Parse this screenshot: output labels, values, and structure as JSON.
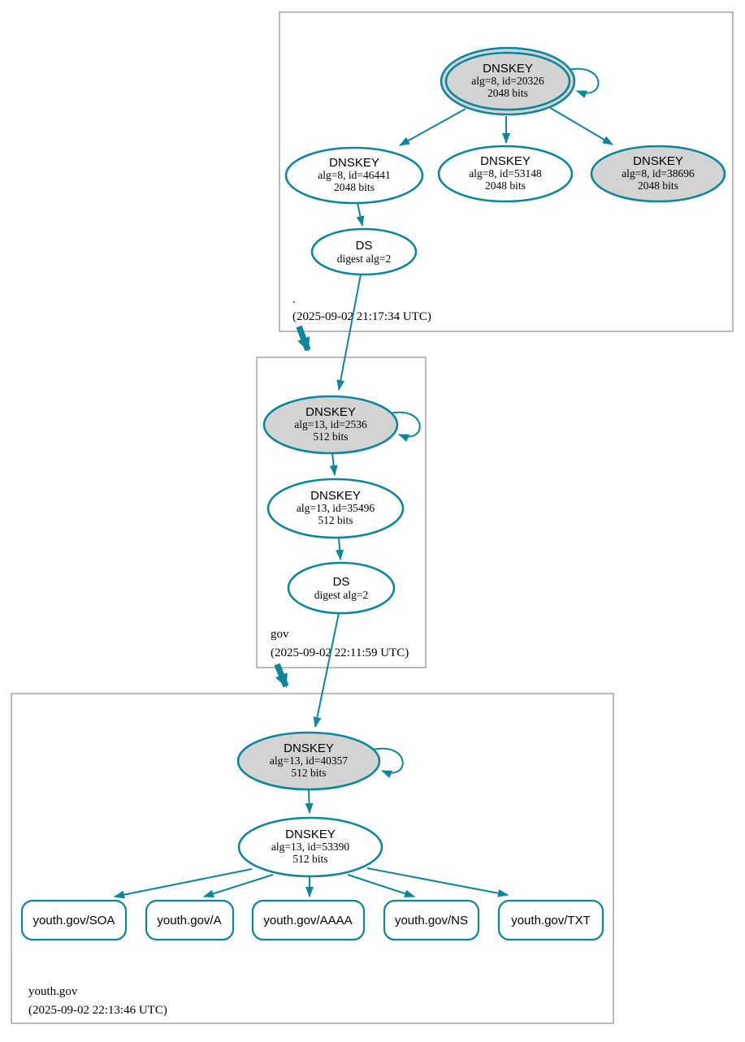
{
  "colors": {
    "edge": "#0a879a",
    "ksk_fill": "#d3d3d3",
    "node_fill": "#ffffff",
    "box_border": "#777777",
    "text": "#000000",
    "background": "#ffffff"
  },
  "zones": [
    {
      "name": ".",
      "timestamp": "(2025-09-02 21:17:34 UTC)",
      "nodes": [
        {
          "title": "DNSKEY",
          "detail": "alg=8, id=20326",
          "bits": "2048 bits"
        },
        {
          "title": "DNSKEY",
          "detail": "alg=8, id=46441",
          "bits": "2048 bits"
        },
        {
          "title": "DNSKEY",
          "detail": "alg=8, id=53148",
          "bits": "2048 bits"
        },
        {
          "title": "DNSKEY",
          "detail": "alg=8, id=38696",
          "bits": "2048 bits"
        },
        {
          "title": "DS",
          "detail": "digest alg=2"
        }
      ]
    },
    {
      "name": "gov",
      "timestamp": "(2025-09-02 22:11:59 UTC)",
      "nodes": [
        {
          "title": "DNSKEY",
          "detail": "alg=13, id=2536",
          "bits": "512 bits"
        },
        {
          "title": "DNSKEY",
          "detail": "alg=13, id=35496",
          "bits": "512 bits"
        },
        {
          "title": "DS",
          "detail": "digest alg=2"
        }
      ]
    },
    {
      "name": "youth.gov",
      "timestamp": "(2025-09-02 22:13:46 UTC)",
      "nodes": [
        {
          "title": "DNSKEY",
          "detail": "alg=13, id=40357",
          "bits": "512 bits"
        },
        {
          "title": "DNSKEY",
          "detail": "alg=13, id=53390",
          "bits": "512 bits"
        }
      ],
      "rrsets": [
        "youth.gov/SOA",
        "youth.gov/A",
        "youth.gov/AAAA",
        "youth.gov/NS",
        "youth.gov/TXT"
      ]
    }
  ]
}
